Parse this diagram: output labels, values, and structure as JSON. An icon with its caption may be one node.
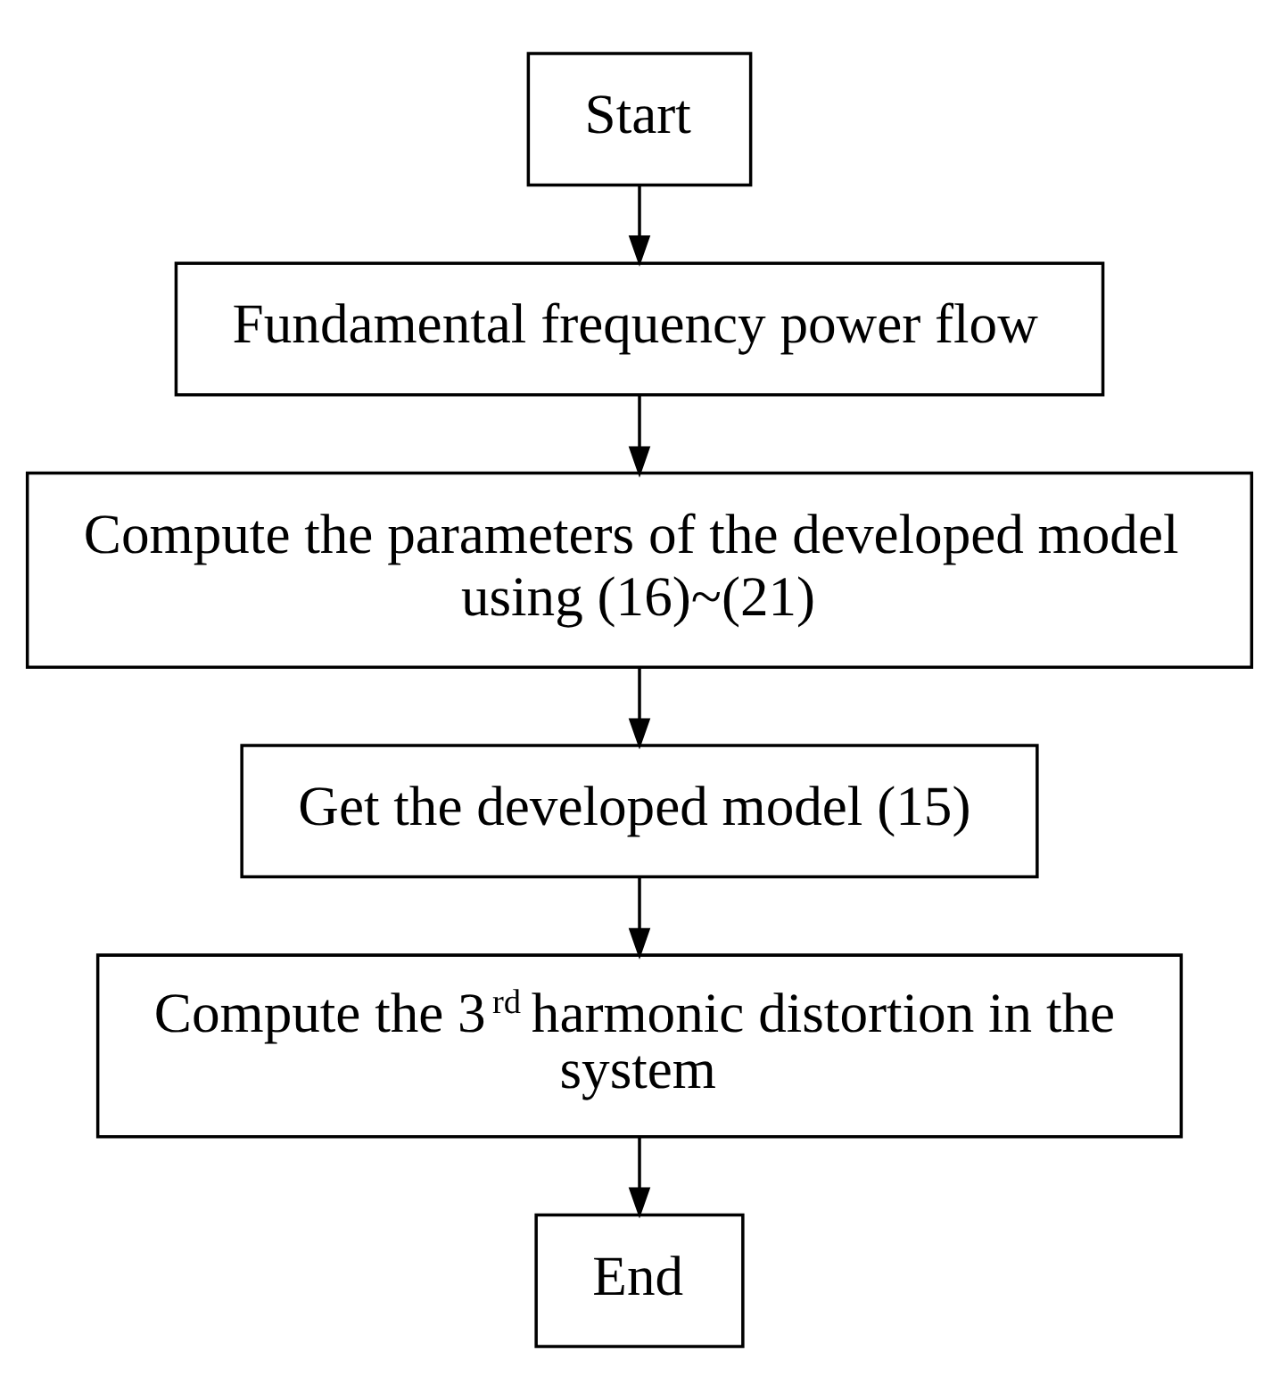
{
  "diagram": {
    "nodes": [
      {
        "text": [
          "Start"
        ]
      },
      {
        "text": [
          "Fundamental frequency power flow"
        ]
      },
      {
        "text": [
          "Compute the parameters of the developed model using (16)~(21)"
        ]
      },
      {
        "text": [
          "Get the developed model (15)"
        ]
      },
      {
        "text": [
          "Compute the 3$^{rd}$ harmonic distortion in the system"
        ]
      },
      {
        "text": [
          "End"
        ]
      }
    ],
    "edges": [
      {
        "from": 0,
        "to": 1,
        "arrow": "to"
      },
      {
        "from": 1,
        "to": 2,
        "arrow": "to"
      },
      {
        "from": 2,
        "to": 3,
        "arrow": "to"
      },
      {
        "from": 3,
        "to": 4,
        "arrow": "to"
      },
      {
        "from": 4,
        "to": 5,
        "arrow": "to"
      }
    ]
  }
}
